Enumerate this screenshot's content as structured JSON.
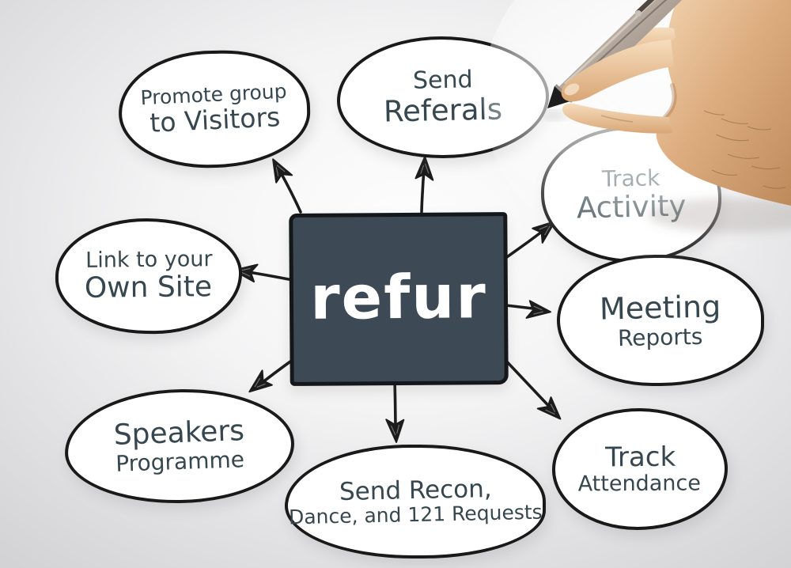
{
  "center": {
    "label": "refur"
  },
  "nodes": [
    {
      "id": "promote-group",
      "line1": "Promote group",
      "line2": "to Visitors"
    },
    {
      "id": "send-referals",
      "line1": "Send",
      "line2": "Referals"
    },
    {
      "id": "track-activity",
      "line1": "Track",
      "line2": "Activity"
    },
    {
      "id": "link-to-own-site",
      "line1": "Link to your",
      "line2": "Own Site"
    },
    {
      "id": "meeting-reports",
      "line1": "Meeting",
      "line2": "Reports"
    },
    {
      "id": "speakers-programme",
      "line1": "Speakers",
      "line2": "Programme"
    },
    {
      "id": "send-recon-dance-121",
      "line1": "Send Recon,",
      "line2": "Dance, and 121 Requests"
    },
    {
      "id": "track-attendance",
      "line1": "Track",
      "line2": "Attendance"
    }
  ],
  "diagram": {
    "type": "mind-map",
    "center": "refur",
    "branches": [
      "Promote group to Visitors",
      "Send Referals",
      "Track Activity",
      "Link to your Own Site",
      "Meeting Reports",
      "Speakers Programme",
      "Send Recon, Dance, and 121 Requests",
      "Track Attendance"
    ]
  },
  "colors": {
    "center_box_fill": "#3d4a55",
    "ink": "#1c1c1c",
    "handwriting_text": "#36474f",
    "node_fill": "#ffffff",
    "background_edge": "#d3d3d5"
  },
  "icons": {
    "hand": "hand-holding-pen"
  }
}
